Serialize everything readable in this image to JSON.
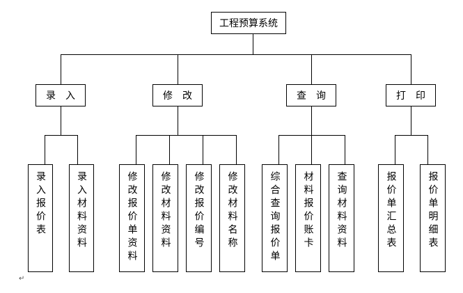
{
  "root": {
    "label": "工程预算系统"
  },
  "categories": [
    {
      "label": "录入",
      "items": [
        "录入报价表",
        "录入材料资料"
      ]
    },
    {
      "label": "修改",
      "items": [
        "修改报价单资料",
        "修改材料资料",
        "修改报价编号",
        "修改材料名称"
      ]
    },
    {
      "label": "查询",
      "items": [
        "综合查询报价单",
        "材料报价账卡",
        "查询材料资料"
      ]
    },
    {
      "label": "打印",
      "items": [
        "报价单汇总表",
        "报价单明细表"
      ]
    }
  ],
  "paragraph_mark": "↵"
}
